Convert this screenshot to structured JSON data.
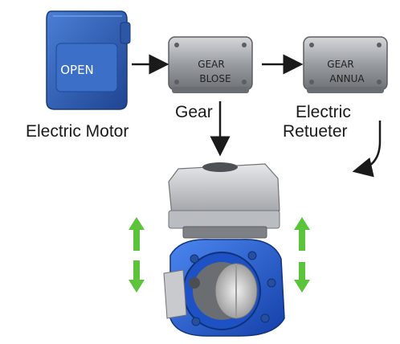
{
  "motor": {
    "label": "Electric Motor",
    "panel_text": "OPEN"
  },
  "gear": {
    "label": "Gear",
    "plate_line1": "GEAR",
    "plate_line2": "BLOSE"
  },
  "actuator": {
    "label_line1": "Electric",
    "label_line2": "Retueter",
    "plate_line1": "GEAR",
    "plate_line2": "ANNUA"
  },
  "colors": {
    "motor_blue": "#2f5fb8",
    "valve_blue": "#1f5fd6",
    "housing_gray": "#8c8f93",
    "arrow_green": "#5cc43a",
    "arrow_black": "#1a1a1a"
  }
}
